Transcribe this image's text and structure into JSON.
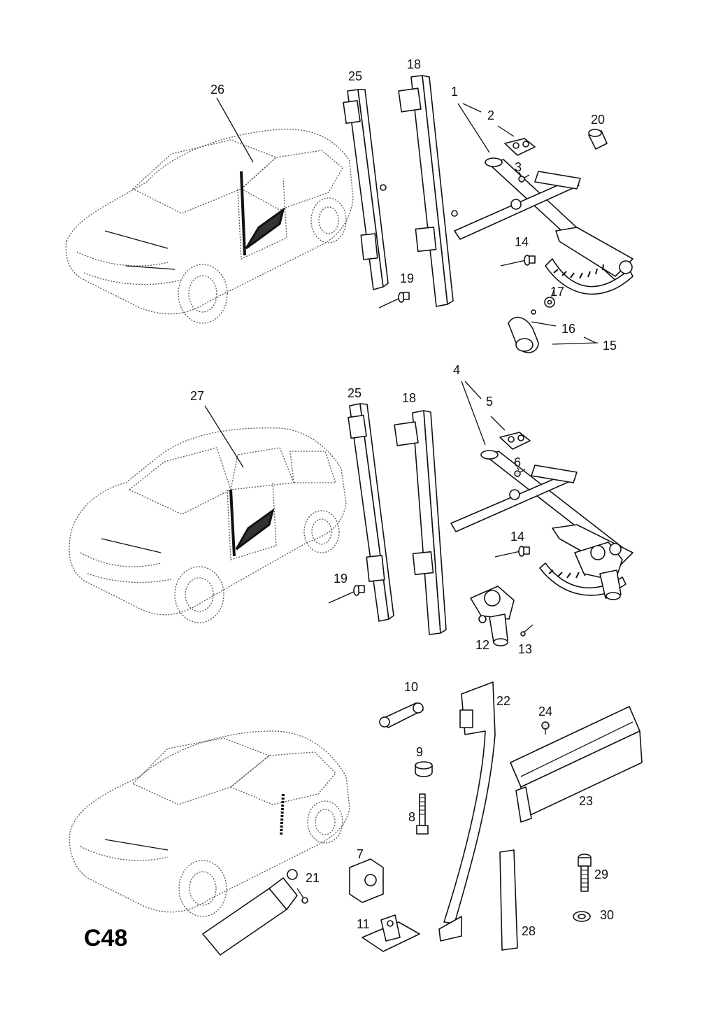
{
  "sheet_code": "C48",
  "callouts": {
    "c1": "1",
    "c2": "2",
    "c3": "3",
    "c4": "4",
    "c5": "5",
    "c6": "6",
    "c7": "7",
    "c8": "8",
    "c9": "9",
    "c10": "10",
    "c11": "11",
    "c12": "12",
    "c13": "13",
    "c14a": "14",
    "c14b": "14",
    "c15": "15",
    "c16": "16",
    "c17": "17",
    "c18a": "18",
    "c18b": "18",
    "c19a": "19",
    "c19b": "19",
    "c20": "20",
    "c21": "21",
    "c22": "22",
    "c23": "23",
    "c24": "24",
    "c25a": "25",
    "c25b": "25",
    "c26": "26",
    "c27": "27",
    "c28": "28",
    "c29": "29",
    "c30": "30"
  }
}
